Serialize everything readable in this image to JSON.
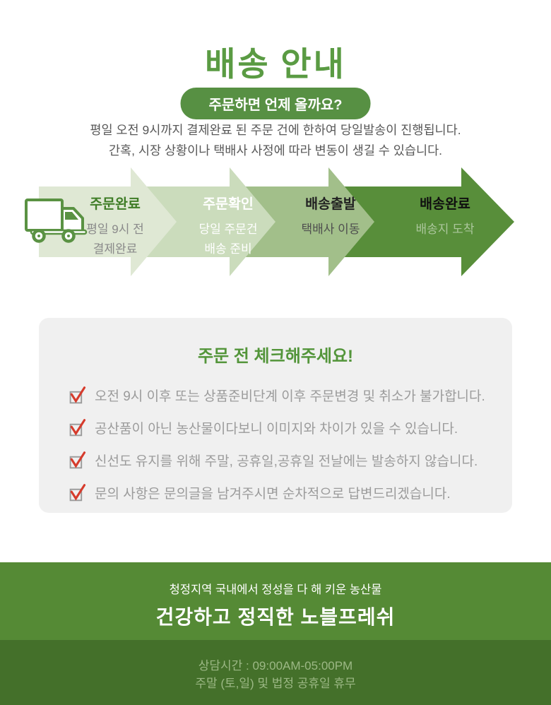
{
  "header": {
    "title": "배송 안내",
    "question_banner": "주문하면 언제 올까요?",
    "intro_line1": "평일 오전 9시까지 결제완료 된 주문 건에 한하여 당일발송이 진행됩니다.",
    "intro_line2": "간혹, 시장 상황이나 택배사 사정에 따라 변동이 생길 수 있습니다."
  },
  "delivery_flow": {
    "truck_icon": "delivery-truck-icon",
    "steps": [
      {
        "title": "주문완료",
        "lines": [
          "평일 9시 전",
          "결제완료"
        ]
      },
      {
        "title": "주문확인",
        "lines": [
          "당일 주문건",
          "배송 준비"
        ]
      },
      {
        "title": "배송출발",
        "lines": [
          "택배사 이동"
        ]
      },
      {
        "title": "배송완료",
        "lines": [
          "배송지 도착"
        ]
      }
    ]
  },
  "checklist": {
    "heading": "주문 전 체크해주세요!",
    "check_icon": "red-check-checkbox-icon",
    "items": [
      "오전 9시 이후 또는 상품준비단계 이후 주문변경 및 취소가 불가합니다.",
      "공산품이 아닌 농산물이다보니 이미지와 차이가 있을 수 있습니다.",
      "신선도 유지를 위해 주말, 공휴일,공휴일 전날에는 발송하지 않습니다.",
      "문의 사항은 문의글을 남겨주시면 순차적으로 답변드리겠습니다."
    ]
  },
  "footer": {
    "tagline": "청정지역 국내에서 정성을 다 해 키운 농산물",
    "brand_message": "건강하고 정직한 노블프레쉬",
    "hours_line1": "상담시간 : 09:00AM-05:00PM",
    "hours_line2": "주말 (토,일) 및 법정 공휴일 휴무"
  },
  "colors": {
    "title_green": "#5a9b43",
    "pill_green": "#579043",
    "arrow_step1": "#dfe8d4",
    "arrow_step2": "#cbdcbc",
    "arrow_step3": "#a2bf8a",
    "arrow_step4": "#588e3a",
    "panel_gray": "#f0f0f0",
    "panel_heading_green": "#53953a",
    "check_red": "#d63b2c",
    "footer_band1_green": "#558a35",
    "footer_band2_green": "#44702a",
    "footer_band2_text": "#9cb885"
  }
}
